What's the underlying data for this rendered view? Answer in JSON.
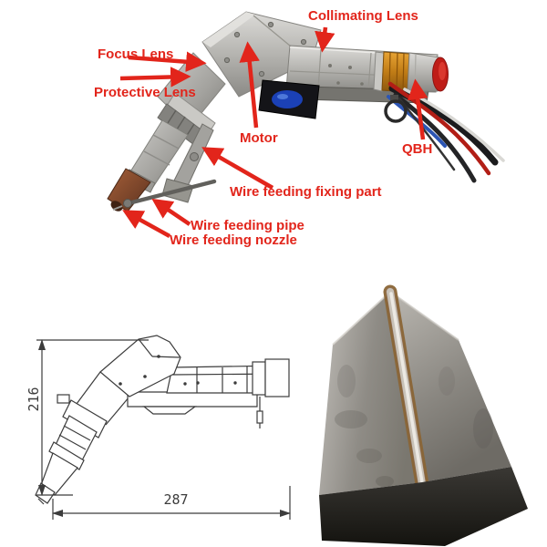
{
  "annotation_color": "#e2251b",
  "drawing_color": "#3c3c3c",
  "gun_photo": {
    "description": "handheld-laser-welding-gun",
    "labels": {
      "collimating_lens": "Collimating Lens",
      "focus_lens": "Focus Lens",
      "protective_lens": "Protective Lens",
      "motor": "Motor",
      "qbh": "QBH",
      "wire_feeding_fixing_part": "Wire feeding fixing part",
      "wire_feeding_pipe": "Wire feeding pipe",
      "wire_feeding_nozzle": "Wire feeding nozzle"
    }
  },
  "technical_drawing": {
    "height_dimension": "216",
    "width_dimension": "287"
  }
}
